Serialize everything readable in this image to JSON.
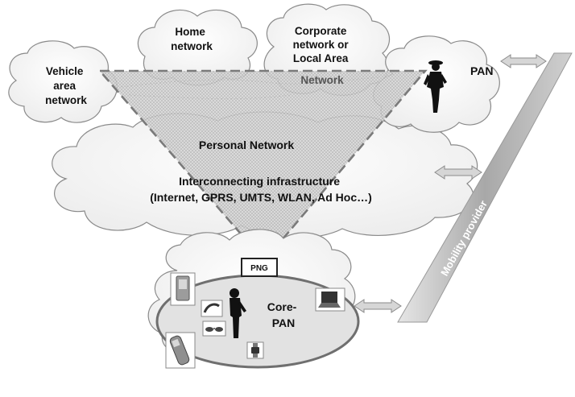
{
  "labels": {
    "home_network": [
      "Home",
      "network"
    ],
    "corporate_network": [
      "Corporate",
      "network or",
      "Local Area",
      "Network"
    ],
    "vehicle_area_network": [
      "Vehicle",
      "area",
      "network"
    ],
    "pan": "PAN",
    "personal_network": "Personal Network",
    "interconnecting_infrastructure": [
      "Interconnecting infrastructure",
      "(Internet, GPRS, UMTS, WLAN, Ad Hoc…)"
    ],
    "mobility_provider": "Mobility provider",
    "png": "PNG",
    "core_pan": [
      "Core-",
      "PAN"
    ]
  },
  "colors": {
    "cloud_fill": "#f4f4f4",
    "cloud_stroke": "#8a8a8a",
    "triangle_fill": "#c9c9c9",
    "triangle_stroke": "#7a7a7a",
    "mobility_bar": "#b8b8b8",
    "arrow_fill": "#d6d6d6"
  },
  "icons": [
    "person-silhouette-icon",
    "pda-icon",
    "headset-icon",
    "glasses-icon",
    "mobile-phone-icon",
    "laptop-icon",
    "wristwatch-icon"
  ]
}
